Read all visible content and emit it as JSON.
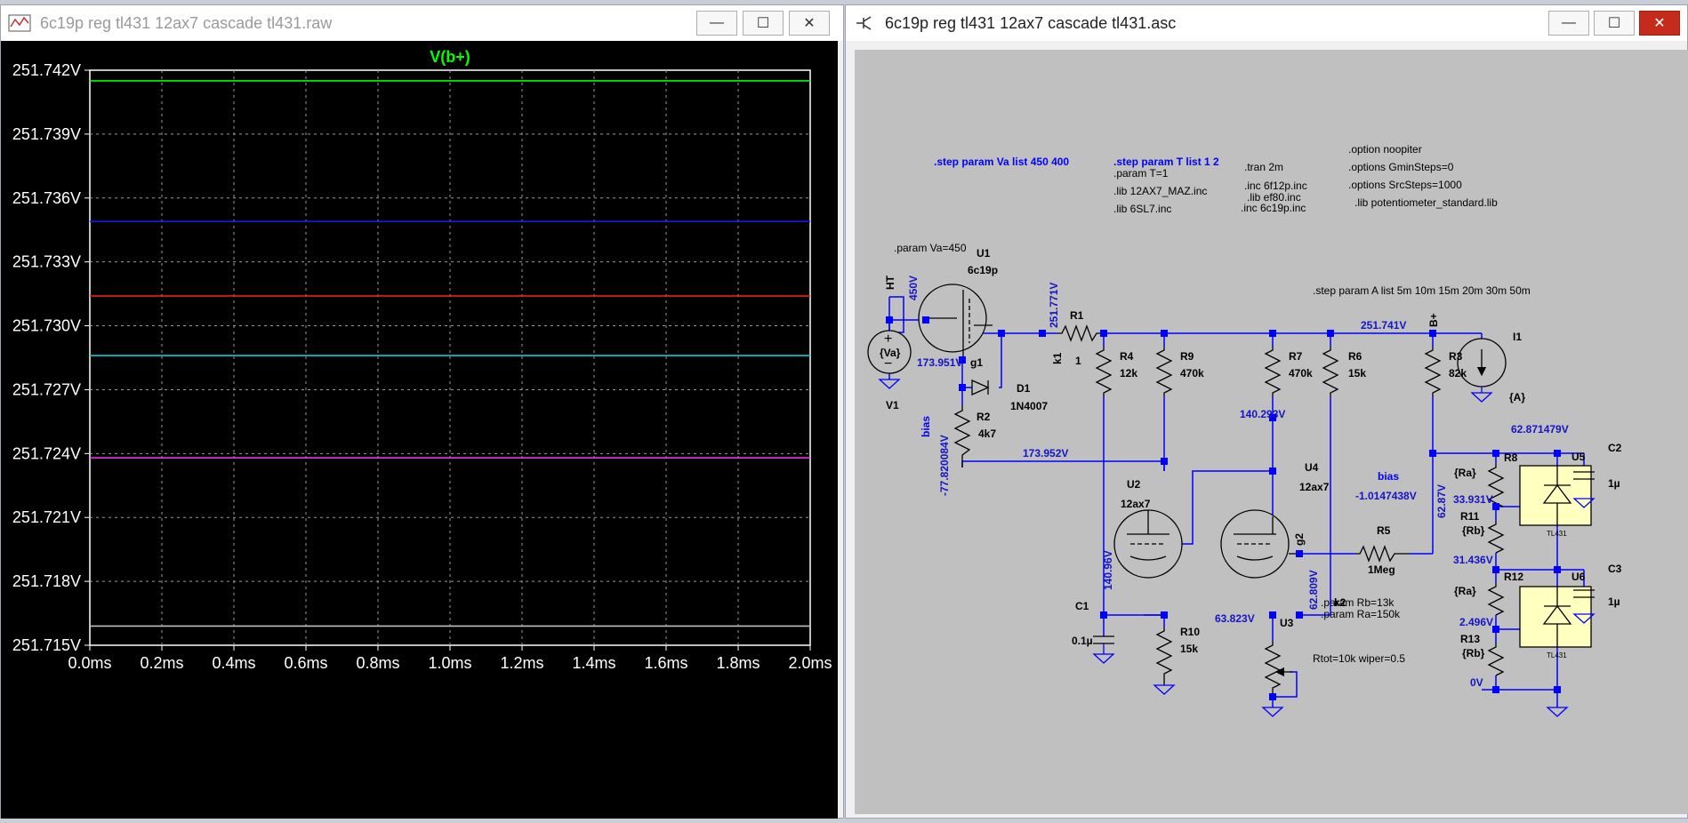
{
  "waveform_window": {
    "title": "6c19p reg tl431 12ax7 cascade tl431.raw",
    "buttons": {
      "minimize": "—",
      "maximize": "☐",
      "close": "✕"
    }
  },
  "schematic_window": {
    "title": "6c19p reg tl431 12ax7 cascade tl431.asc",
    "buttons": {
      "minimize": "—",
      "maximize": "☐",
      "close": "✕"
    }
  },
  "chart_data": {
    "type": "line",
    "title": "V(b+)",
    "title_color": "#00ff00",
    "background": "#000000",
    "grid": true,
    "xlabel": "",
    "ylabel": "",
    "xlim": [
      0,
      2.0
    ],
    "ylim": [
      251.715,
      251.742
    ],
    "x_ticks": [
      "0.0ms",
      "0.2ms",
      "0.4ms",
      "0.6ms",
      "0.8ms",
      "1.0ms",
      "1.2ms",
      "1.4ms",
      "1.6ms",
      "1.8ms",
      "2.0ms"
    ],
    "y_ticks": [
      "251.742V",
      "251.739V",
      "251.736V",
      "251.733V",
      "251.730V",
      "251.727V",
      "251.724V",
      "251.721V",
      "251.718V",
      "251.715V"
    ],
    "series": [
      {
        "color": "#00ff00",
        "x": [
          0,
          2.0
        ],
        "y": [
          251.7415,
          251.7415
        ]
      },
      {
        "color": "#1a1aff",
        "x": [
          0,
          2.0
        ],
        "y": [
          251.7349,
          251.7349
        ]
      },
      {
        "color": "#ff2020",
        "x": [
          0,
          2.0
        ],
        "y": [
          251.7314,
          251.7314
        ]
      },
      {
        "color": "#00d0d0",
        "x": [
          0,
          2.0
        ],
        "y": [
          251.7286,
          251.7286
        ]
      },
      {
        "color": "#ff33ff",
        "x": [
          0,
          2.0
        ],
        "y": [
          251.7238,
          251.7238
        ]
      },
      {
        "color": "#bfbfbf",
        "x": [
          0,
          2.0
        ],
        "y": [
          251.7159,
          251.7159
        ]
      }
    ]
  },
  "schematic": {
    "directives": {
      "step_va": ".step param Va list 450 400",
      "step_t": ".step param T list 1 2",
      "param_t": ".param T=1",
      "lib_12ax7": ".lib 12AX7_MAZ.inc",
      "lib_6sl7": ".lib 6SL7.inc",
      "tran": ".tran 2m",
      "inc_6f12p": ".inc 6f12p.inc",
      "lib_ef80": ".lib ef80.inc",
      "inc_6c19p": ".inc 6c19p.inc",
      "opt_noopiter": ".option noopiter",
      "opt_gmin": ".options GminSteps=0",
      "opt_src": ".options SrcSteps=1000",
      "lib_pot": ".lib potentiometer_standard.lib",
      "param_va": ".param Va=450",
      "step_a": ".step param A list 5m 10m 15m 20m 30m 50m",
      "param_rb": ".param Rb=13k",
      "param_ra": ".param Ra=150k",
      "rtot": "Rtot=10k wiper=0.5"
    },
    "labels": {
      "U1": "U1",
      "U1_model": "6c19p",
      "V1": "V1",
      "V1_value": "{Va}",
      "R1": "R1",
      "R1_value": "1",
      "D1": "D1",
      "D1_model": "1N4007",
      "R2": "R2",
      "R2_value": "4k7",
      "R4": "R4",
      "R4_value": "12k",
      "R9": "R9",
      "R9_value": "470k",
      "R7": "R7",
      "R7_value": "470k",
      "R6": "R6",
      "R6_value": "15k",
      "R3": "R3",
      "R3_value": "82k",
      "I1": "I1",
      "I1_value": "{A}",
      "U2": "U2",
      "U2_model": "12ax7",
      "U4": "U4",
      "U4_model": "12ax7",
      "U3": "U3",
      "C1": "C1",
      "C1_value": "0.1µ",
      "R10": "R10",
      "R10_value": "15k",
      "R5": "R5",
      "R5_value": "1Meg",
      "R8": "R8",
      "R8_value": "{Ra}",
      "R11": "R11",
      "R11_value": "{Rb}",
      "R12": "R12",
      "R12_value": "{Ra}",
      "R13": "R13",
      "R13_value": "{Rb}",
      "U5": "U5",
      "U6": "U6",
      "C2": "C2",
      "C2_value": "1µ",
      "C3": "C3",
      "C3_value": "1µ",
      "tl431": "TL431"
    },
    "nets": {
      "HT": "HT",
      "Bplus": "B+",
      "g1": "g1",
      "k1": "k1",
      "k2": "k2",
      "g2": "g2",
      "bias": "bias",
      "bias2": "bias"
    },
    "voltages": {
      "v_450": "450V",
      "v_251771": "251.771V",
      "v_173951": "173.951V",
      "v_neg77": "-77.820084V",
      "v_173952": "173.952V",
      "v_251741": "251.741V",
      "v_140293": "140.293V",
      "v_14096": "140.96V",
      "v_neg101": "-1.0147438V",
      "v_6287": "62.87V",
      "v_62871479": "62.871479V",
      "v_33931": "33.931V",
      "v_31436": "31.436V",
      "v_2496": "2.496V",
      "v_0": "0V",
      "v_62809": "62.809V",
      "v_63823": "63.823V"
    },
    "colors": {
      "wire": "#0000ff",
      "text": "#000000",
      "annotation": "#1414c8",
      "background": "#c0c0c0",
      "tl431_fill": "#ffffc0"
    }
  }
}
